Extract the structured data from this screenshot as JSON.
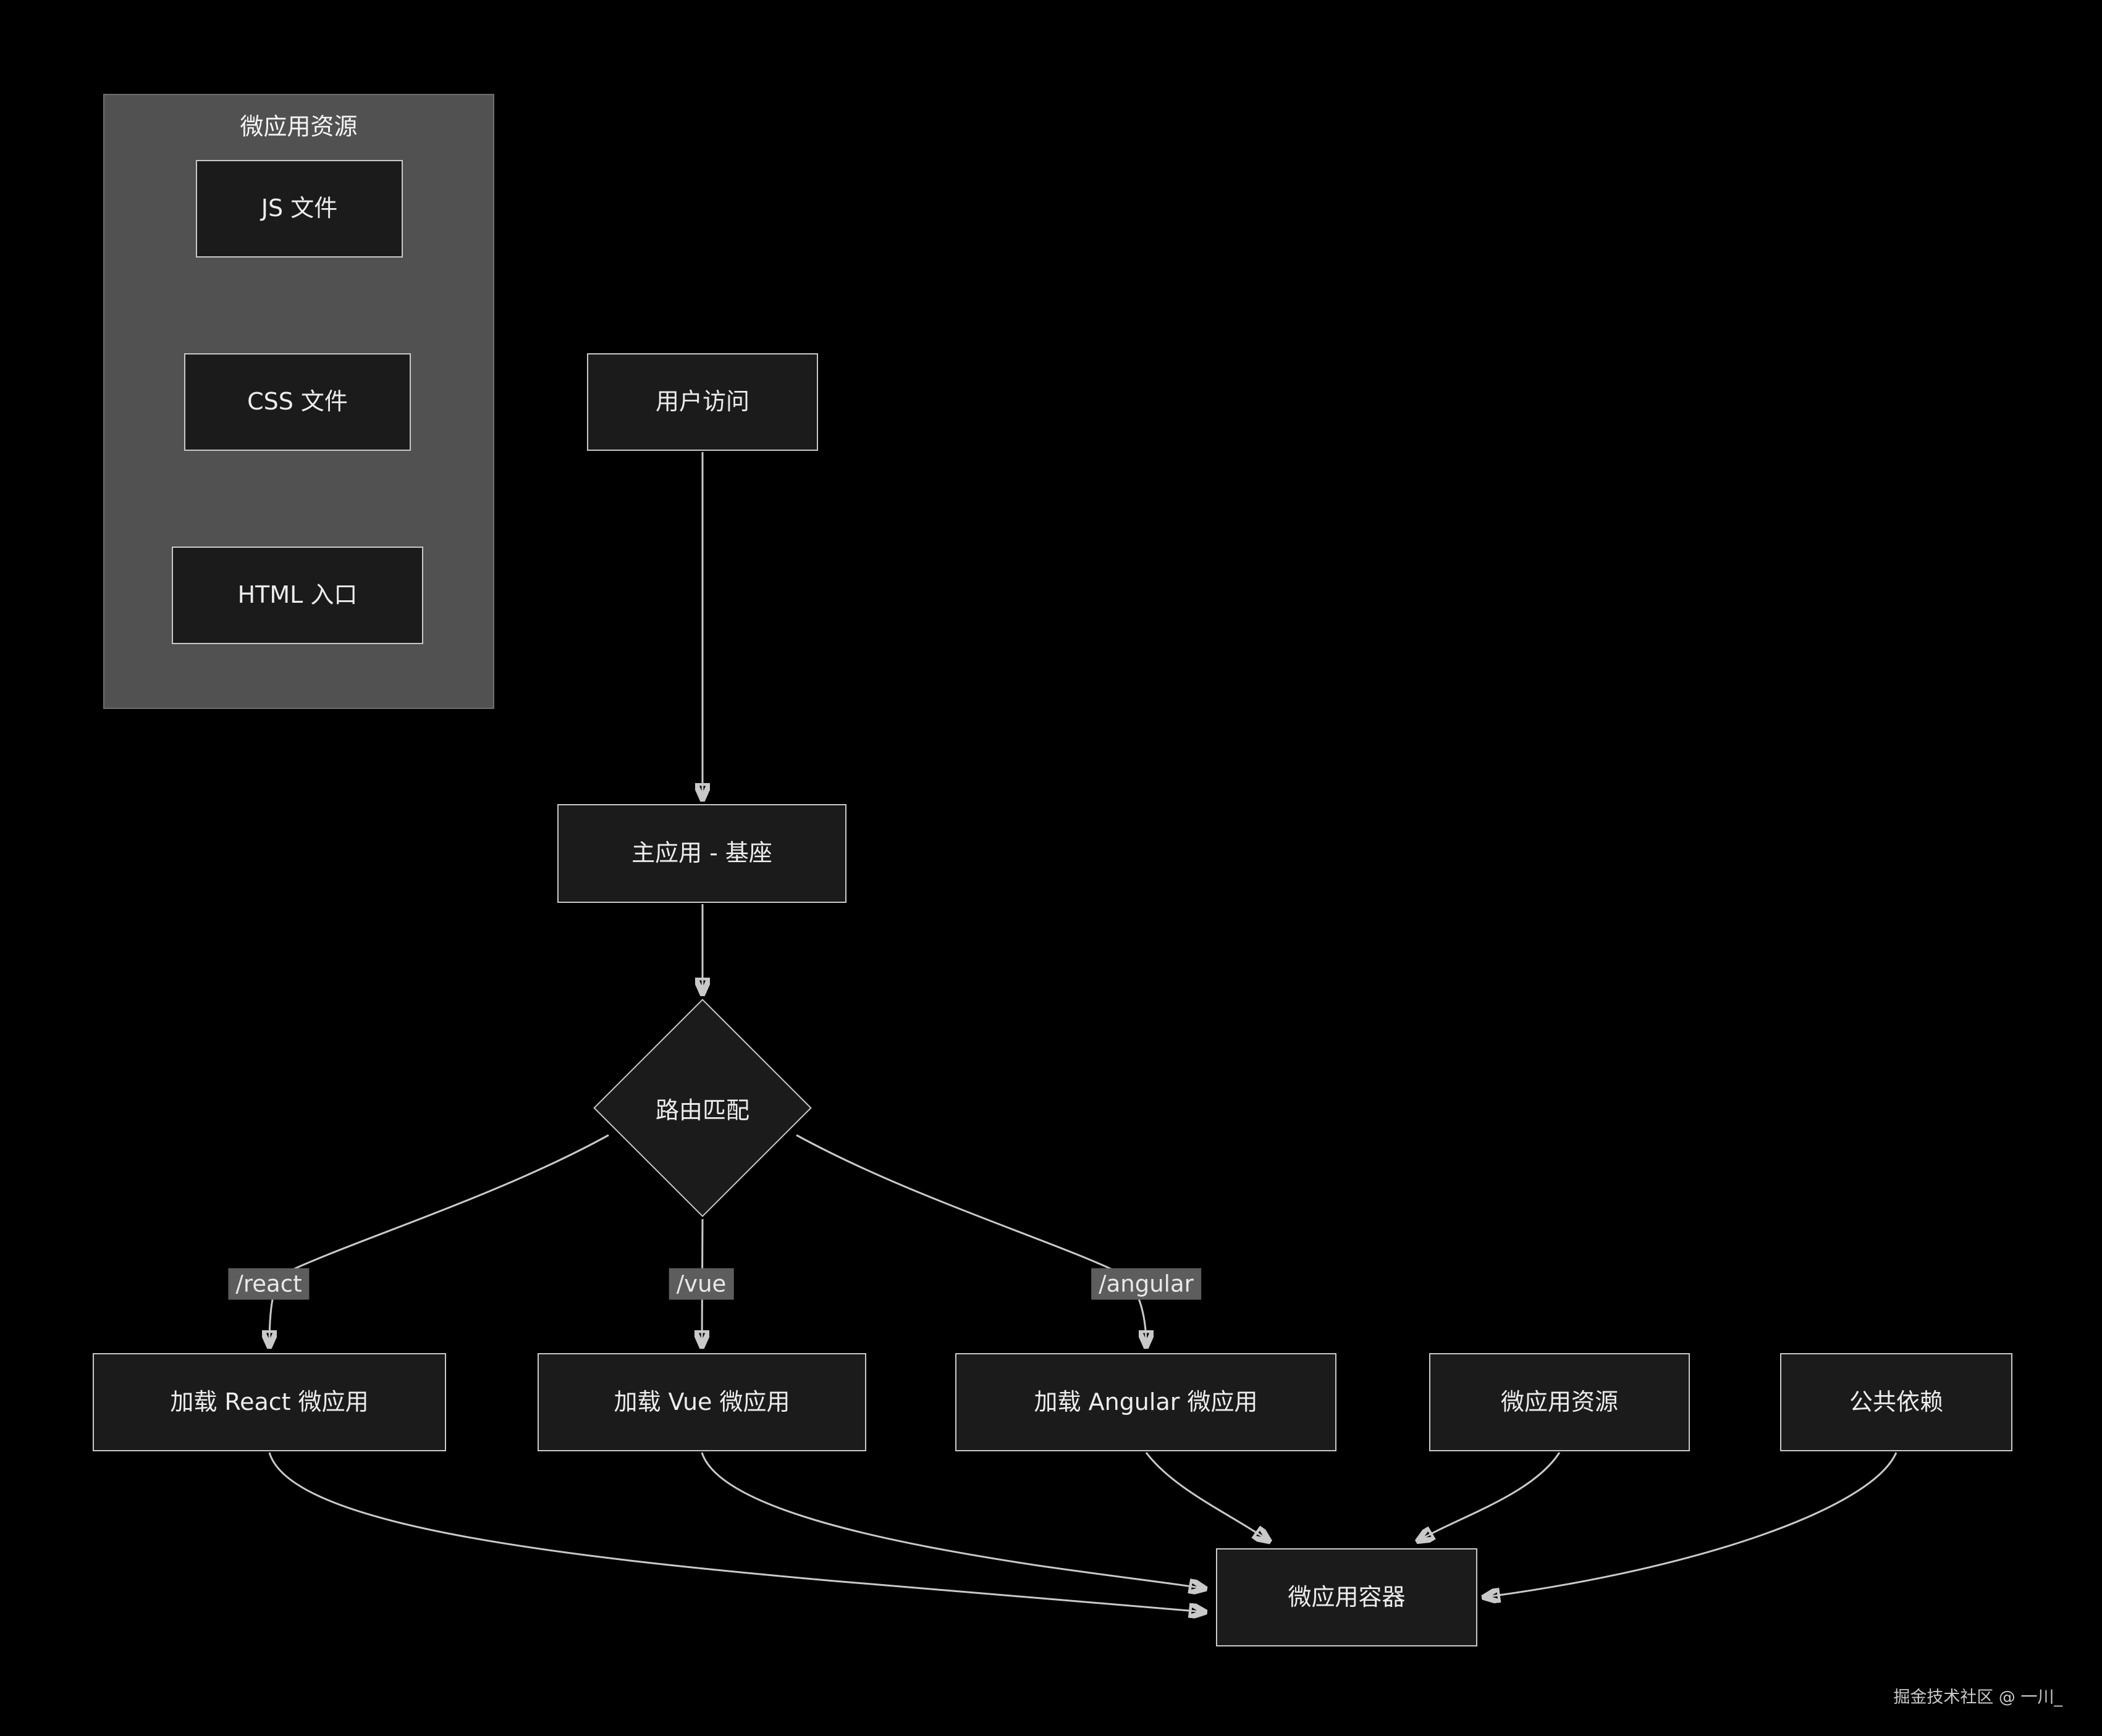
{
  "diagram": {
    "group": {
      "title": "微应用资源",
      "items": [
        {
          "label": "JS 文件"
        },
        {
          "label": "CSS 文件"
        },
        {
          "label": "HTML 入口"
        }
      ]
    },
    "nodes": {
      "user_visit": "用户访问",
      "main_app": "主应用 - 基座",
      "route_match": "路由匹配",
      "load_react": "加载 React 微应用",
      "load_vue": "加载 Vue 微应用",
      "load_angular": "加载 Angular 微应用",
      "micro_resources": "微应用资源",
      "common_deps": "公共依赖",
      "container": "微应用容器"
    },
    "edge_labels": {
      "react": "/react",
      "vue": "/vue",
      "angular": "/angular"
    },
    "watermark": "掘金技术社区 @ 一川_",
    "colors": {
      "background": "#000000",
      "node_fill": "#1b1b1b",
      "node_border": "#c9c9c9",
      "node_text": "#ededed",
      "group_fill": "#515151",
      "edge_label_bg": "#5d5d5d",
      "arrow": "#c9c9c9"
    }
  }
}
